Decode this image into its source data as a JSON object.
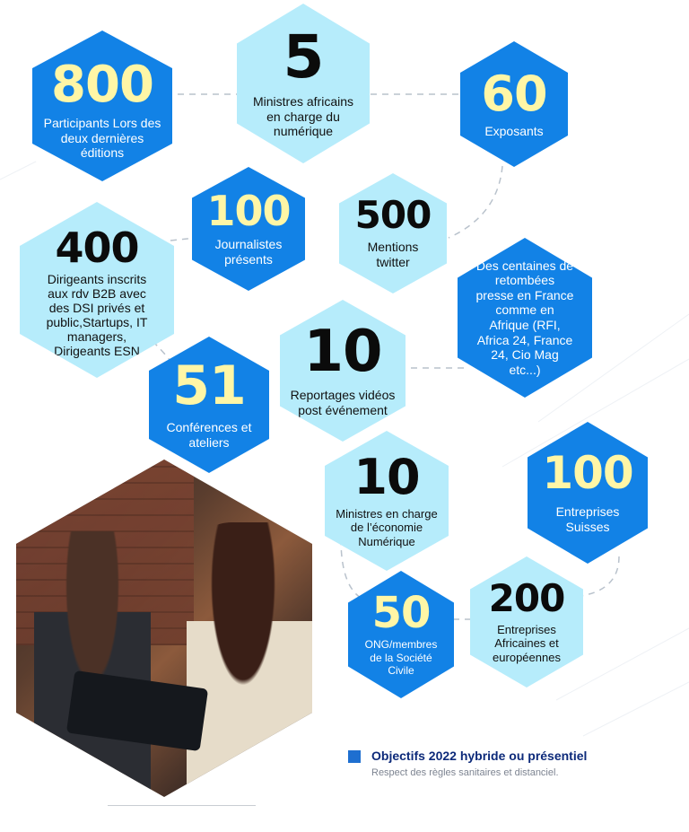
{
  "header": {
    "title_fragment": ""
  },
  "stats": [
    {
      "id": "participants",
      "number": "800",
      "label": "Participants Lors des deux dernières éditions"
    },
    {
      "id": "ministres-africains",
      "number": "5",
      "label": "Ministres africains en charge du numérique"
    },
    {
      "id": "exposants",
      "number": "60",
      "label": "Exposants"
    },
    {
      "id": "journalistes",
      "number": "100",
      "label": "Journalistes présents"
    },
    {
      "id": "mentions-twitter",
      "number": "500",
      "label": "Mentions twitter"
    },
    {
      "id": "dirigeants-b2b",
      "number": "400",
      "label": "Dirigeants inscrits aux rdv B2B avec des DSI privés et public,Startups, IT managers, Dirigeants ESN"
    },
    {
      "id": "retombees-presse",
      "number": "",
      "label": "Des centaines de retombées presse en France comme en Afrique (RFI, Africa 24, France 24, Cio Mag etc...)"
    },
    {
      "id": "reportages-videos",
      "number": "10",
      "label": "Reportages vidéos post événement"
    },
    {
      "id": "conferences",
      "number": "51",
      "label": "Conférences et ateliers"
    },
    {
      "id": "ministres-economie",
      "number": "10",
      "label": "Ministres en charge de l’économie Numérique"
    },
    {
      "id": "entreprises-suisses",
      "number": "100",
      "label": "Entreprises Suisses"
    },
    {
      "id": "ong",
      "number": "50",
      "label": "ONG/membres de la Société Civile"
    },
    {
      "id": "entreprises-africaines",
      "number": "200",
      "label": "Entreprises Africaines et européennes"
    }
  ],
  "legend": {
    "title": "Objectifs 2022 hybride ou présentiel",
    "subtitle": "Respect des règles sanitaires et distanciel."
  },
  "photo": {
    "description_icon": "team-photo"
  },
  "colors": {
    "dark_hex": "#1282e6",
    "light_hex": "#b6ecfb",
    "number_on_dark": "#fff6a6",
    "legend_title": "#0d2a7a"
  }
}
